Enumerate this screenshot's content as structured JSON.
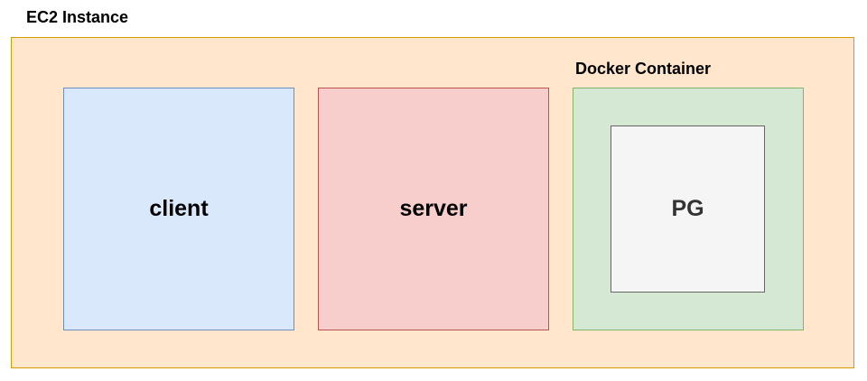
{
  "ec2": {
    "label": "EC2 Instance",
    "fill": "#ffe6cc",
    "stroke": "#d79b00"
  },
  "client": {
    "label": "client",
    "fill": "#dae8fc",
    "stroke": "#6c8ebf"
  },
  "server": {
    "label": "server",
    "fill": "#f8cecc",
    "stroke": "#b85450"
  },
  "docker": {
    "label": "Docker Container",
    "fill": "#d5e8d4",
    "stroke": "#82b366"
  },
  "pg": {
    "label": "PG",
    "fill": "#f5f5f5",
    "stroke": "#666666"
  }
}
